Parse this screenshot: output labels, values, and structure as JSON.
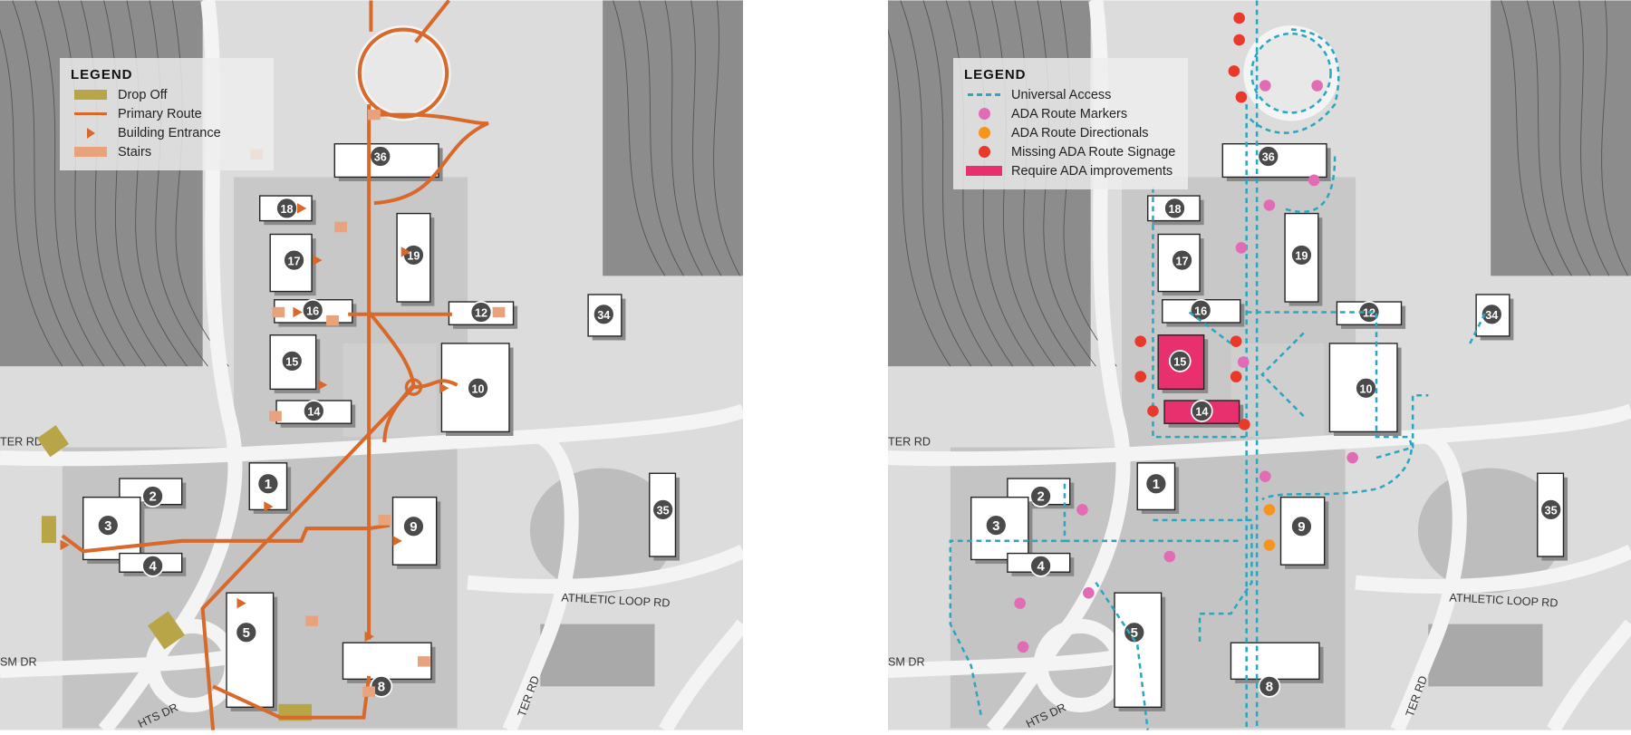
{
  "colors": {
    "drop_off": "#b7a547",
    "primary_route": "#d9692a",
    "stairs": "#e8a27c",
    "universal_access": "#2aa7c0",
    "ada_route_markers": "#e26bb5",
    "ada_route_directionals": "#f7941d",
    "missing_ada_signage": "#e8392a",
    "require_ada_improvements": "#e8306e"
  },
  "left_map": {
    "legend": {
      "title": "LEGEND",
      "items": [
        {
          "label": "Drop Off",
          "symbol": "drop-off-swatch"
        },
        {
          "label": "Primary Route",
          "symbol": "route-line"
        },
        {
          "label": "Building Entrance",
          "symbol": "entrance-triangle"
        },
        {
          "label": "Stairs",
          "symbol": "stairs-swatch"
        }
      ]
    }
  },
  "right_map": {
    "legend": {
      "title": "LEGEND",
      "items": [
        {
          "label": "Universal Access",
          "symbol": "dashed-line"
        },
        {
          "label": "ADA Route Markers",
          "symbol": "pink-dot"
        },
        {
          "label": "ADA Route Directionals",
          "symbol": "orange-dot"
        },
        {
          "label": "Missing ADA Route Signage",
          "symbol": "red-dot"
        },
        {
          "label": "Require ADA improvements",
          "symbol": "magenta-bar"
        }
      ]
    },
    "highlighted_buildings": [
      "15",
      "14"
    ]
  },
  "buildings": [
    "36",
    "18",
    "17",
    "19",
    "16",
    "12",
    "34",
    "15",
    "10",
    "14",
    "1",
    "2",
    "3",
    "9",
    "35",
    "4",
    "5",
    "8"
  ],
  "roads": [
    "TER RD",
    "SM DR",
    "ATHLETIC LOOP RD",
    "HTS DR",
    "TER RD"
  ]
}
